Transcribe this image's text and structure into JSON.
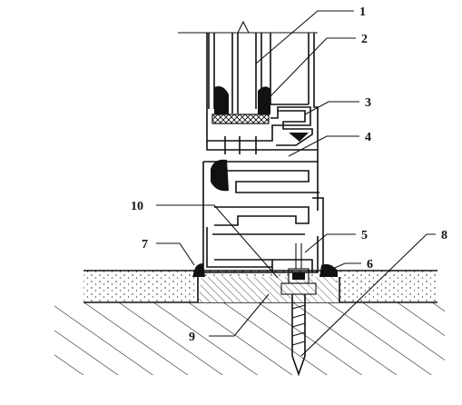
{
  "figure": {
    "labels": [
      "1",
      "2",
      "3",
      "4",
      "5",
      "6",
      "7",
      "8",
      "9",
      "10"
    ],
    "colors": {
      "ink": "#111111",
      "paper": "#ffffff"
    }
  }
}
